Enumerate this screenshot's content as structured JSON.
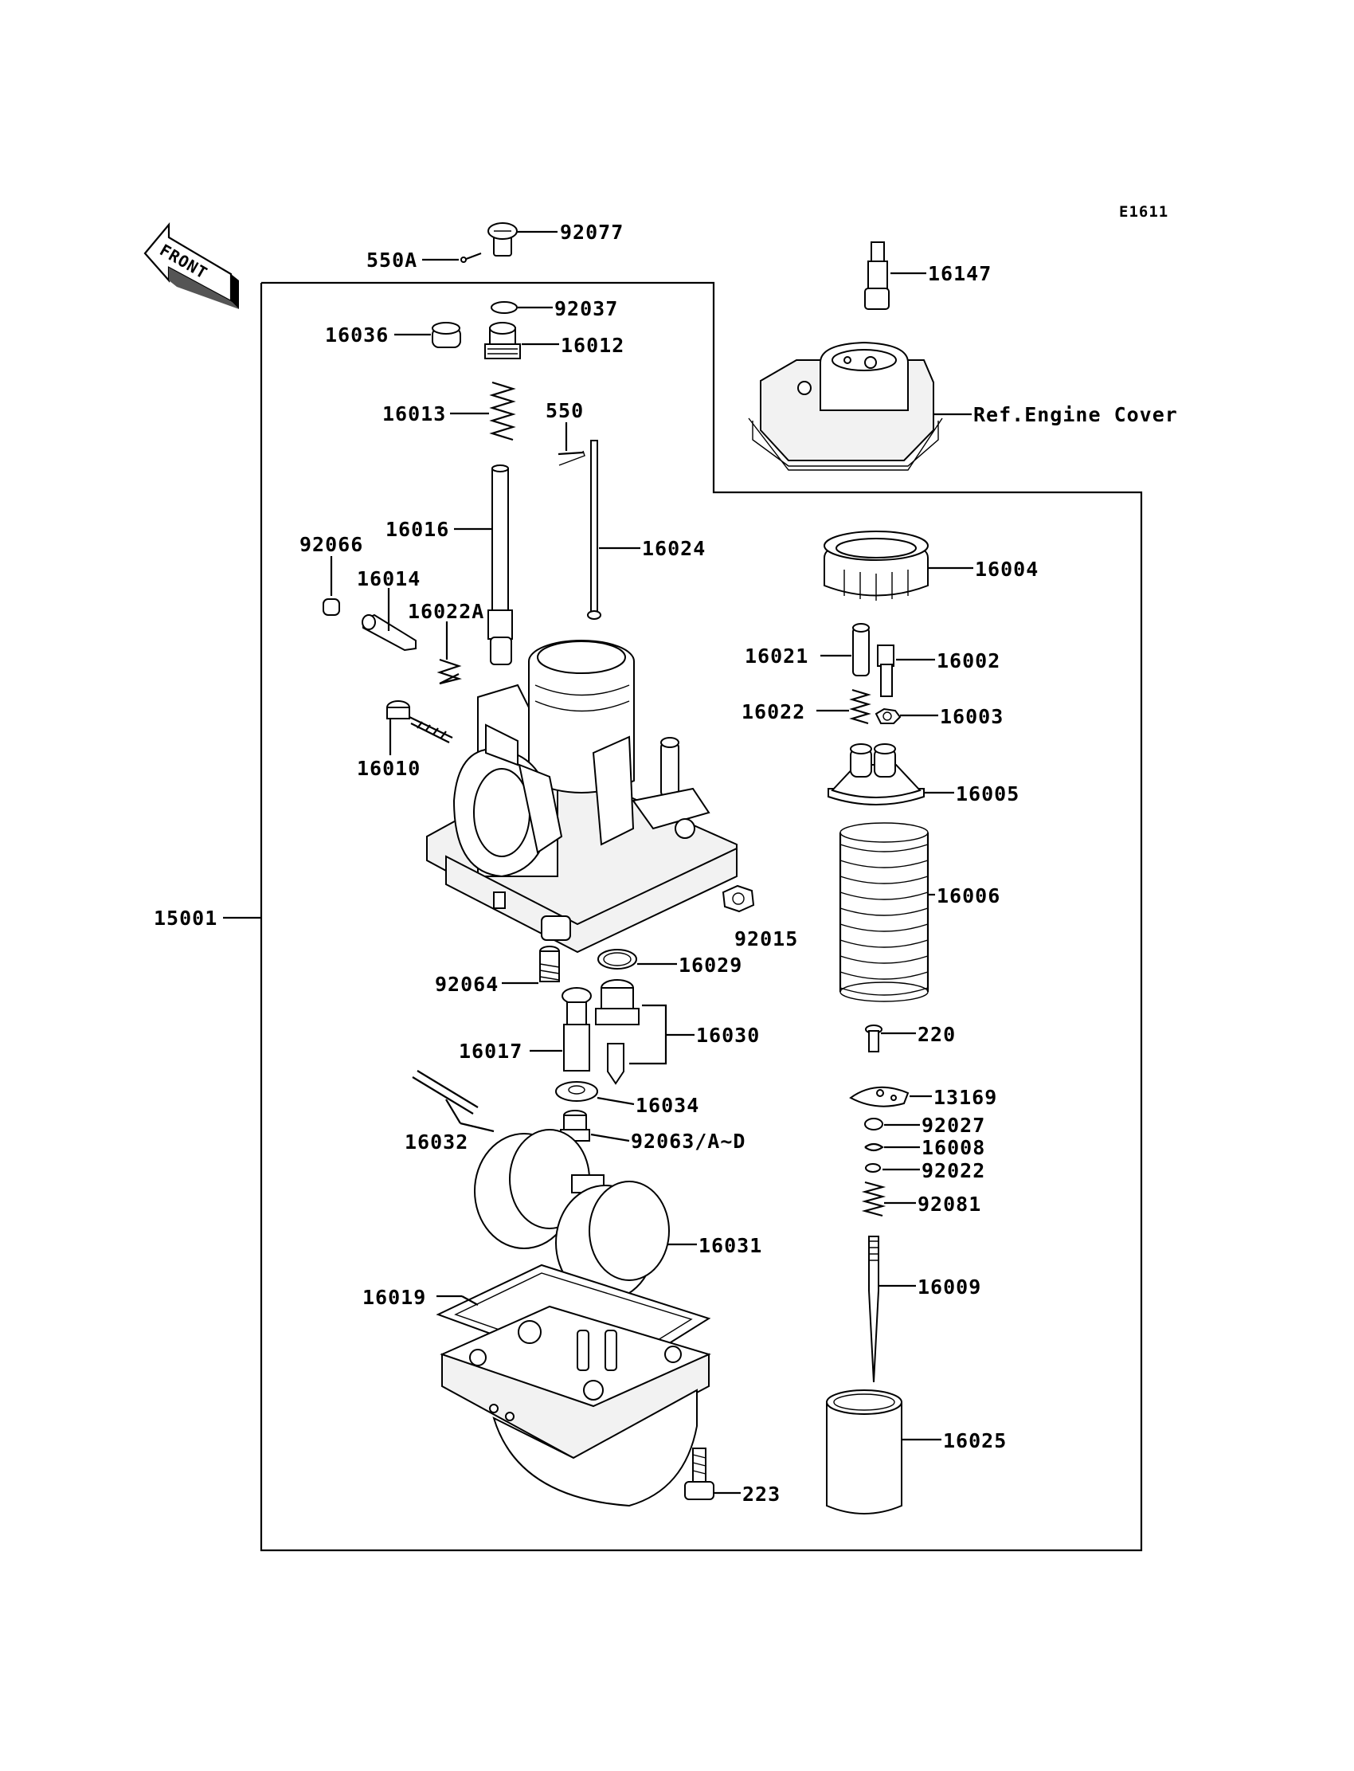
{
  "diagram_code": "E1611",
  "front_label": "FRONT",
  "parts": {
    "p92077": "92077",
    "p550A": "550A",
    "p16147": "16147",
    "p92037": "92037",
    "p16036": "16036",
    "p16012": "16012",
    "p16013": "16013",
    "p550": "550",
    "ref_engine_cover": "Ref.Engine Cover",
    "p16016": "16016",
    "p92066": "92066",
    "p16024": "16024",
    "p16014": "16014",
    "p16022A": "16022A",
    "p16004": "16004",
    "p16021": "16021",
    "p16002": "16002",
    "p16022": "16022",
    "p16003": "16003",
    "p16010": "16010",
    "p16005": "16005",
    "p16006": "16006",
    "p15001": "15001",
    "p92015": "92015",
    "p16029": "16029",
    "p92064": "92064",
    "p16030": "16030",
    "p220": "220",
    "p16017": "16017",
    "p13169": "13169",
    "p16034": "16034",
    "p92027": "92027",
    "p16032": "16032",
    "p92063": "92063/A~D",
    "p16008": "16008",
    "p92022": "92022",
    "p92081": "92081",
    "p16031": "16031",
    "p16009": "16009",
    "p16019": "16019",
    "p16025": "16025",
    "p223": "223"
  }
}
